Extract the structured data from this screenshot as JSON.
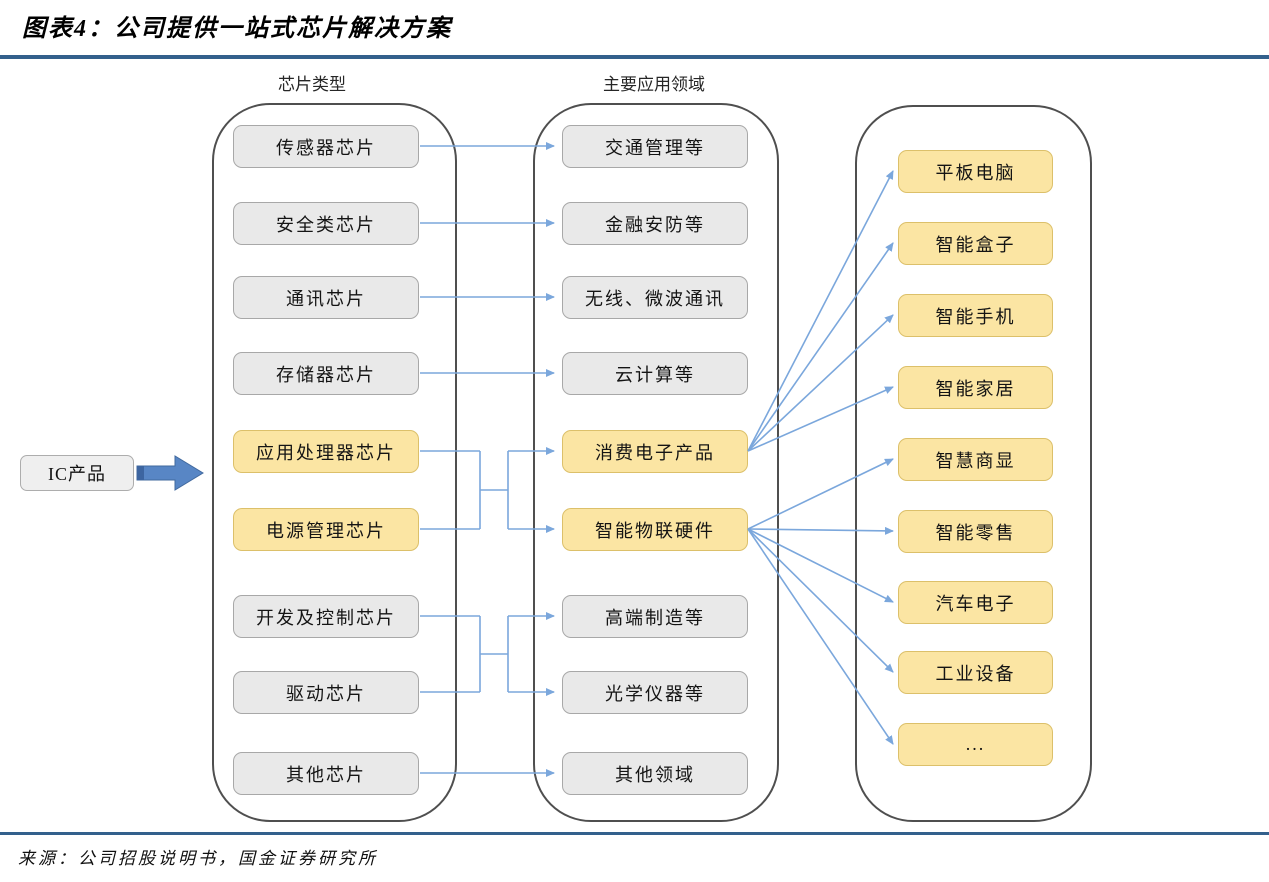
{
  "title": "图表4：公司提供一站式芯片解决方案",
  "source": "来源：公司招股说明书，国金证券研究所",
  "root": {
    "label": "IC产品"
  },
  "columns": {
    "chip_types": {
      "header": "芯片类型",
      "items": [
        {
          "label": "传感器芯片",
          "highlight": false
        },
        {
          "label": "安全类芯片",
          "highlight": false
        },
        {
          "label": "通讯芯片",
          "highlight": false
        },
        {
          "label": "存储器芯片",
          "highlight": false
        },
        {
          "label": "应用处理器芯片",
          "highlight": true
        },
        {
          "label": "电源管理芯片",
          "highlight": true
        },
        {
          "label": "开发及控制芯片",
          "highlight": false
        },
        {
          "label": "驱动芯片",
          "highlight": false
        },
        {
          "label": "其他芯片",
          "highlight": false
        }
      ]
    },
    "application_areas": {
      "header": "主要应用领域",
      "items": [
        {
          "label": "交通管理等",
          "highlight": false
        },
        {
          "label": "金融安防等",
          "highlight": false
        },
        {
          "label": "无线、微波通讯",
          "highlight": false
        },
        {
          "label": "云计算等",
          "highlight": false
        },
        {
          "label": "消费电子产品",
          "highlight": true
        },
        {
          "label": "智能物联硬件",
          "highlight": true
        },
        {
          "label": "高端制造等",
          "highlight": false
        },
        {
          "label": "光学仪器等",
          "highlight": false
        },
        {
          "label": "其他领域",
          "highlight": false
        }
      ]
    },
    "end_products": {
      "items": [
        {
          "label": "平板电脑",
          "highlight": true
        },
        {
          "label": "智能盒子",
          "highlight": true
        },
        {
          "label": "智能手机",
          "highlight": true
        },
        {
          "label": "智能家居",
          "highlight": true
        },
        {
          "label": "智慧商显",
          "highlight": true
        },
        {
          "label": "智能零售",
          "highlight": true
        },
        {
          "label": "汽车电子",
          "highlight": true
        },
        {
          "label": "工业设备",
          "highlight": true
        },
        {
          "label": "...",
          "highlight": true
        }
      ]
    }
  },
  "connections": {
    "root_to": "芯片类型",
    "direct": [
      {
        "from": "传感器芯片",
        "to": "交通管理等"
      },
      {
        "from": "安全类芯片",
        "to": "金融安防等"
      },
      {
        "from": "通讯芯片",
        "to": "无线、微波通讯"
      },
      {
        "from": "存储器芯片",
        "to": "云计算等"
      },
      {
        "from": "其他芯片",
        "to": "其他领域"
      }
    ],
    "merged": [
      {
        "from": [
          "应用处理器芯片",
          "电源管理芯片"
        ],
        "to": [
          "消费电子产品",
          "智能物联硬件"
        ]
      },
      {
        "from": [
          "开发及控制芯片",
          "驱动芯片"
        ],
        "to": [
          "高端制造等",
          "光学仪器等"
        ]
      }
    ],
    "fanout": [
      {
        "from": "消费电子产品",
        "to": [
          "平板电脑",
          "智能盒子",
          "智能手机",
          "智能家居"
        ]
      },
      {
        "from": "智能物联硬件",
        "to": [
          "智慧商显",
          "智能零售",
          "汽车电子",
          "工业设备",
          "..."
        ]
      }
    ]
  },
  "colors": {
    "rule": "#33608C",
    "connector_blue": "#7BA7DC",
    "highlight_fill": "#FBE5A3",
    "highlight_border": "#DCC06A",
    "neutral_fill": "#E9E9E9",
    "neutral_border": "#A8A8A8",
    "flow_arrow": "#5886C5"
  }
}
